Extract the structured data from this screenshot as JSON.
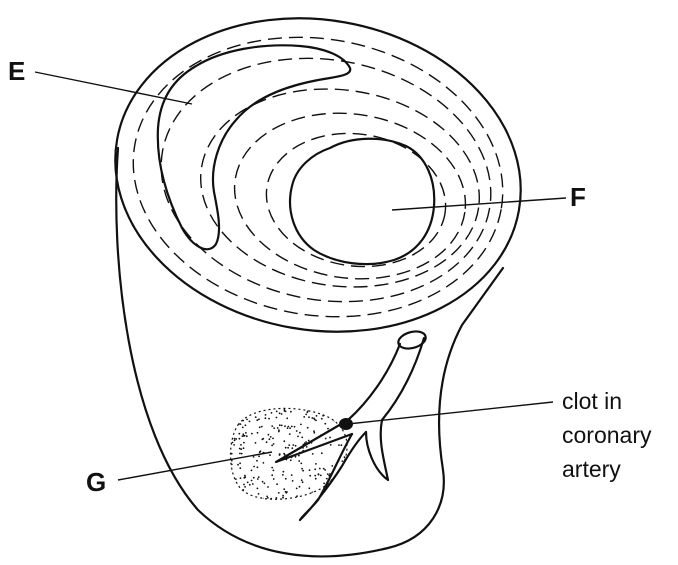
{
  "labels": {
    "E": "E",
    "F": "F",
    "G": "G",
    "clot_line1": "clot in",
    "clot_line2": "coronary",
    "clot_line3": "artery"
  }
}
